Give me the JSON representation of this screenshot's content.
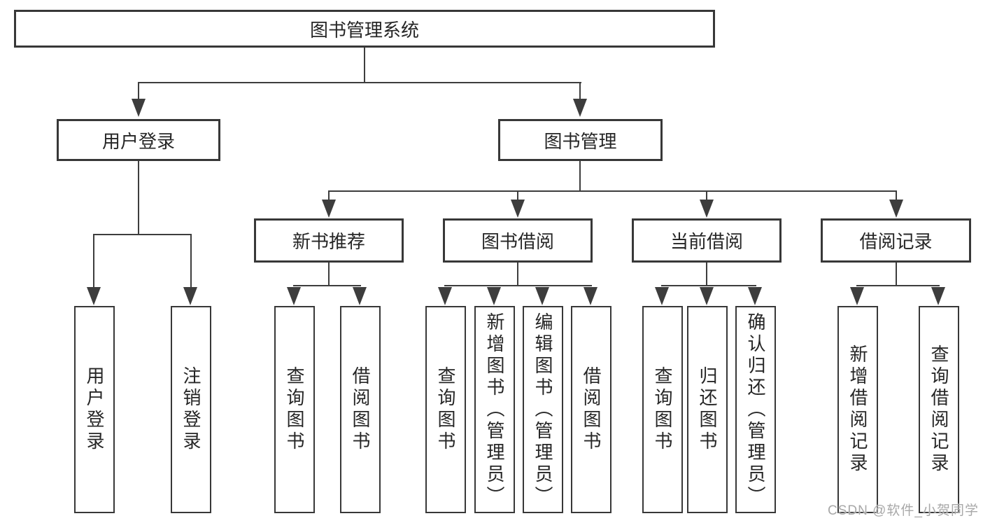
{
  "tree": {
    "root": "图书管理系统",
    "branches": [
      {
        "label": "用户登录",
        "leaves": [
          "用户登录",
          "注销登录"
        ]
      },
      {
        "label": "图书管理",
        "children": [
          {
            "label": "新书推荐",
            "leaves": [
              "查询图书",
              "借阅图书"
            ]
          },
          {
            "label": "图书借阅",
            "leaves": [
              "查询图书",
              "新增图书（管理员）",
              "编辑图书（管理员）",
              "借阅图书"
            ]
          },
          {
            "label": "当前借阅",
            "leaves": [
              "查询图书",
              "归还图书",
              "确认归还（管理员）"
            ]
          },
          {
            "label": "借阅记录",
            "leaves": [
              "新增借阅记录",
              "查询借阅记录"
            ]
          }
        ]
      }
    ]
  },
  "watermark": {
    "text": "CSDN @软件_小贺同学",
    "color": "#a8a8a8"
  },
  "colors": {
    "line": "#3d3d3d",
    "box_border": "#383838",
    "text": "#262626",
    "background": "#ffffff"
  }
}
